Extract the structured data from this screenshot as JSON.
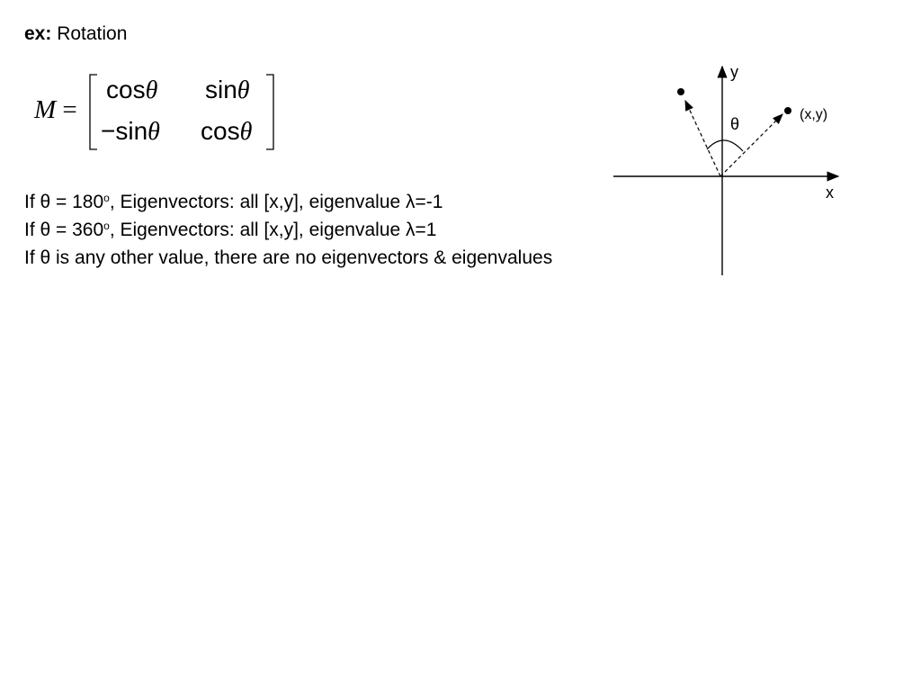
{
  "title": {
    "prefix": "ex:",
    "text": "Rotation"
  },
  "equation": {
    "lhs": "M",
    "equals": "=",
    "matrix": [
      [
        {
          "fn": "cos",
          "arg": "θ"
        },
        {
          "fn": "sin",
          "arg": "θ"
        }
      ],
      [
        {
          "fn": "−sin",
          "arg": "θ"
        },
        {
          "fn": "cos",
          "arg": "θ"
        }
      ]
    ]
  },
  "statements": [
    {
      "a": "If θ = 180",
      "sup": "o",
      "b": ", Eigenvectors: all [x,y], eigenvalue λ=-1"
    },
    {
      "a": "If θ = 360",
      "sup": "o",
      "b": ", Eigenvectors: all [x,y], eigenvalue λ=1"
    },
    {
      "a": "If θ is any other value, there are no eigenvectors & eigenvalues",
      "sup": "",
      "b": ""
    }
  ],
  "diagram": {
    "y_label": "y",
    "x_label": "x",
    "angle_label": "θ",
    "point_label": "(x,y)"
  }
}
